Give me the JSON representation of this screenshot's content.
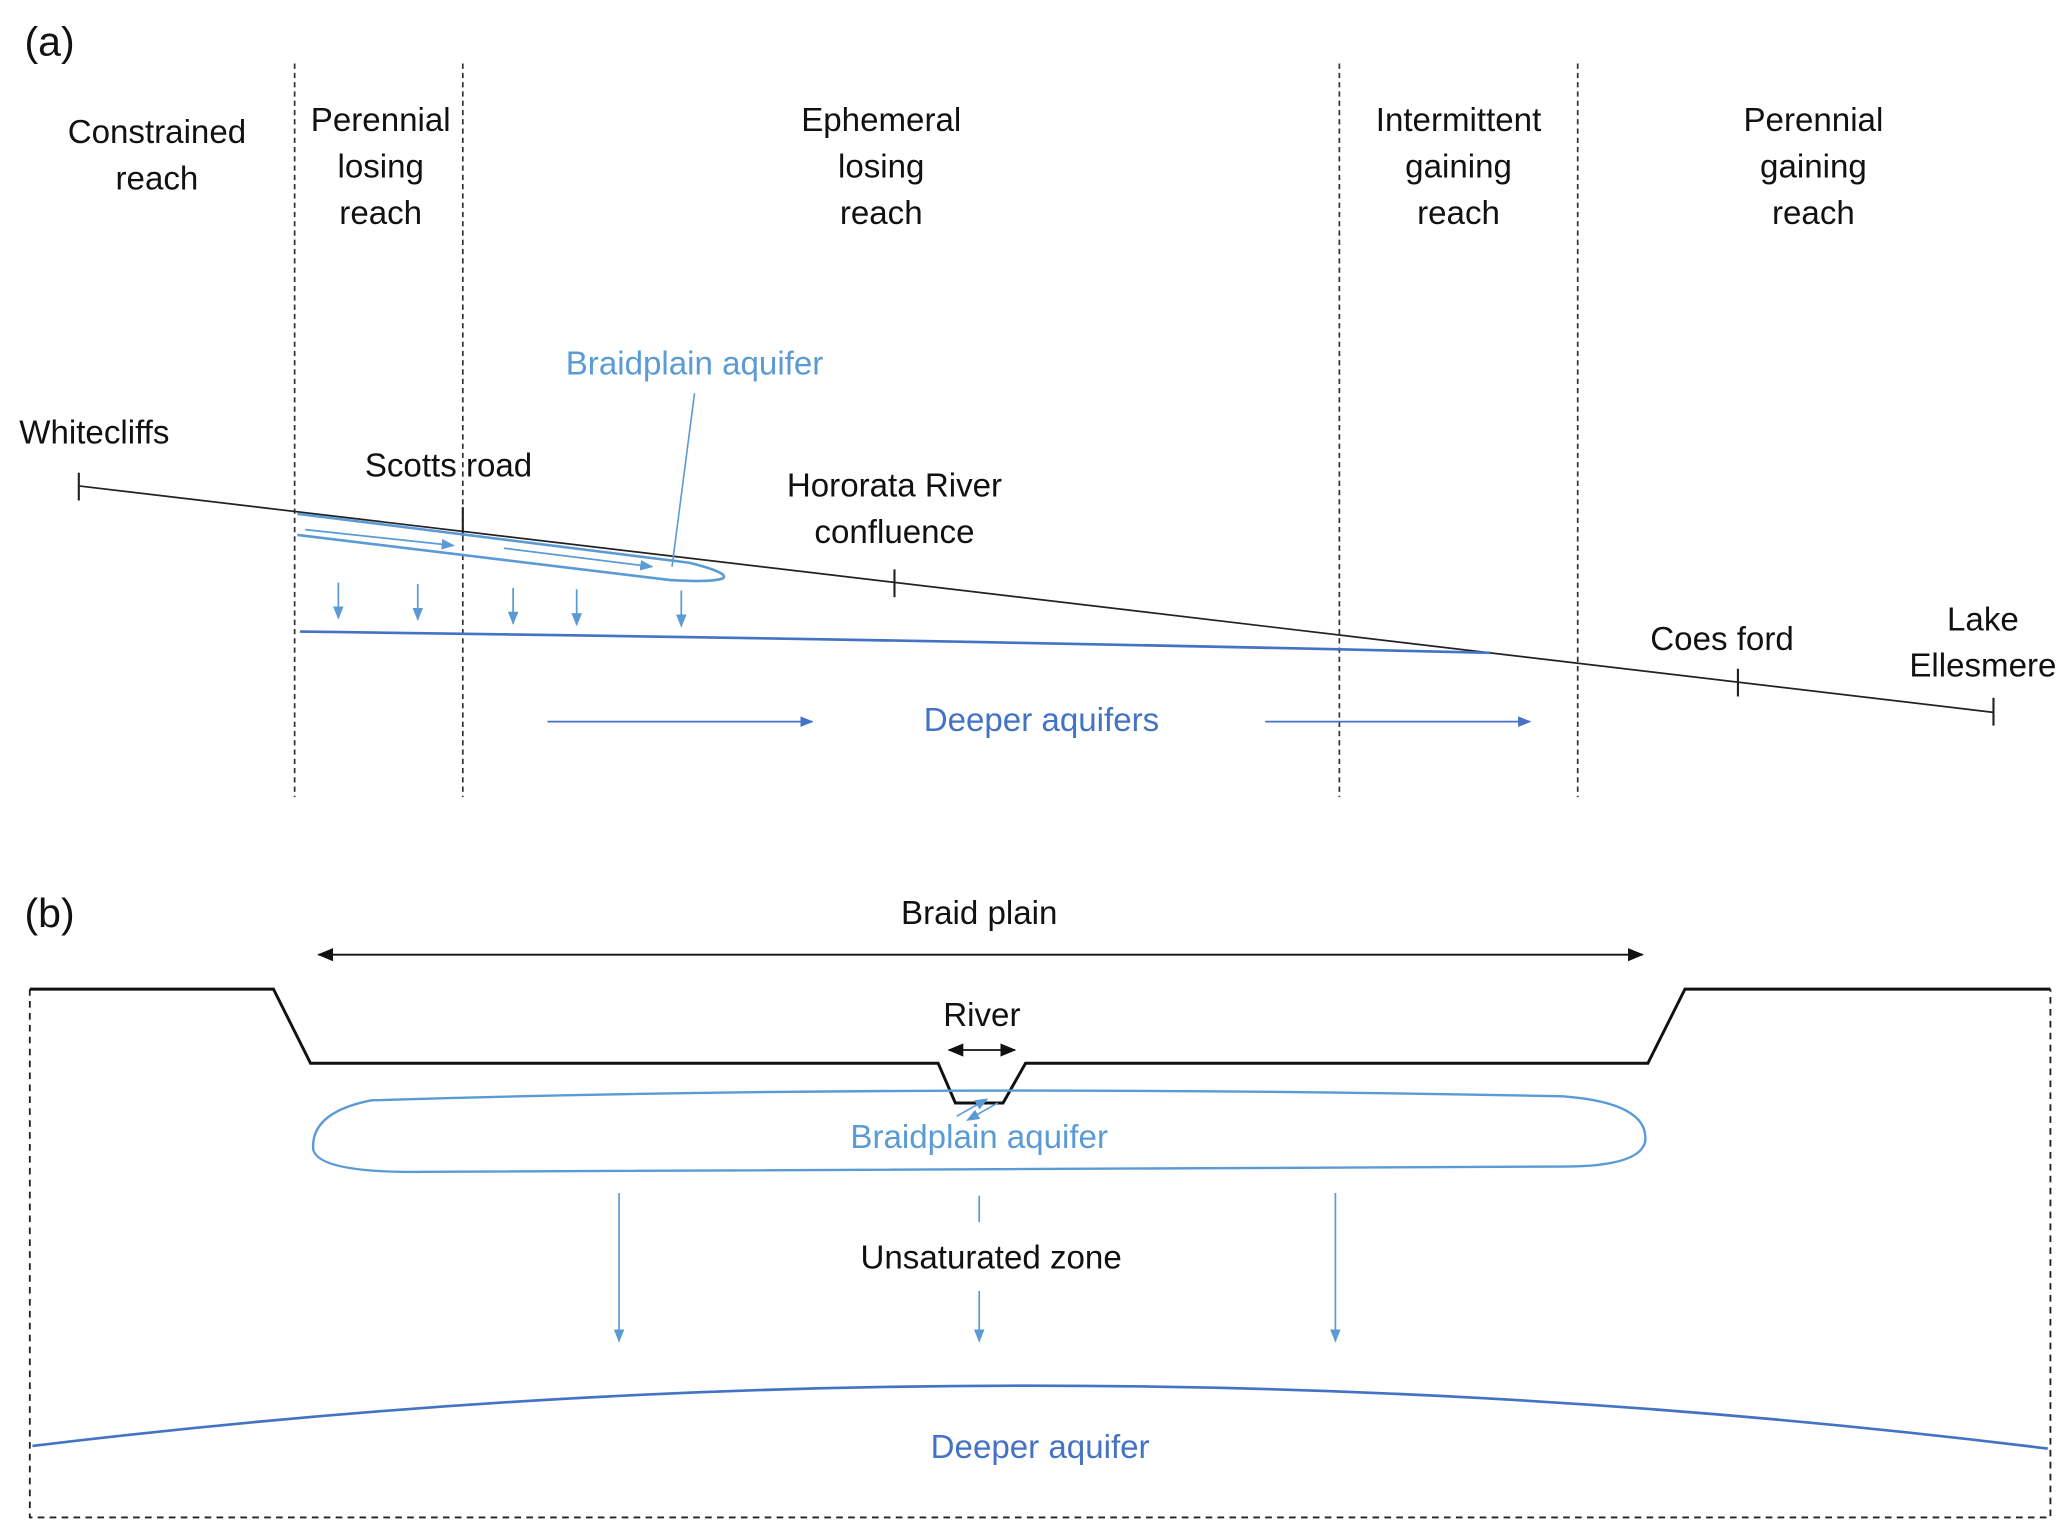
{
  "panel_a": {
    "label": "(a)",
    "reaches": [
      {
        "lines": [
          "Constrained",
          "reach"
        ]
      },
      {
        "lines": [
          "Perennial",
          "losing",
          "reach"
        ]
      },
      {
        "lines": [
          "Ephemeral",
          "losing",
          "reach"
        ]
      },
      {
        "lines": [
          "Intermittent",
          "gaining",
          "reach"
        ]
      },
      {
        "lines": [
          "Perennial",
          "gaining",
          "reach"
        ]
      }
    ],
    "locations": {
      "whitecliffs": "Whitecliffs",
      "scotts_road": "Scotts road",
      "hororata_1": "Hororata River",
      "hororata_2": "confluence",
      "coes_ford": "Coes ford",
      "lake_1": "Lake",
      "lake_2": "Ellesmere"
    },
    "braidplain_aquifer": "Braidplain aquifer",
    "deeper_aquifers": "Deeper aquifers"
  },
  "panel_b": {
    "label": "(b)",
    "braid_plain": "Braid plain",
    "river": "River",
    "braidplain_aquifer": "Braidplain aquifer",
    "unsaturated_zone": "Unsaturated zone",
    "deeper_aquifer": "Deeper aquifer"
  },
  "colors": {
    "light_blue": "#5b9bd5",
    "dark_blue": "#4472c4",
    "black": "#111111"
  }
}
